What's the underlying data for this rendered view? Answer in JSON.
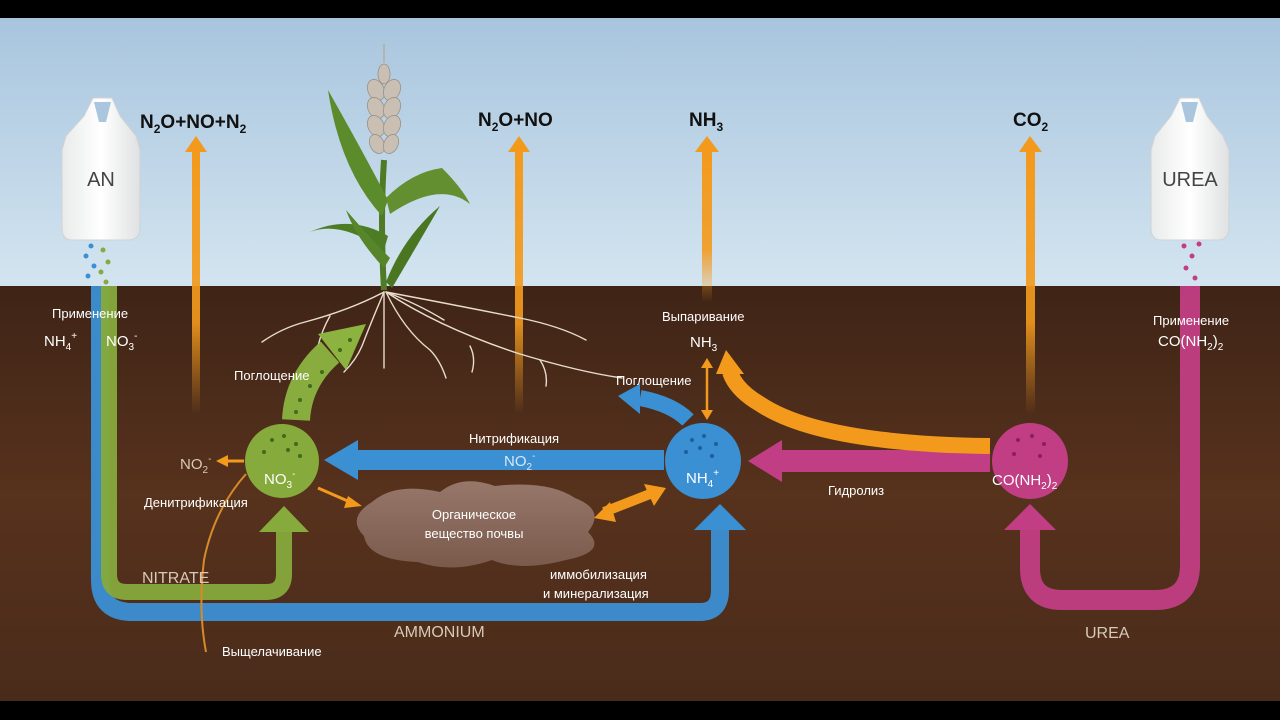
{
  "gases": {
    "n2o_no_n2": "N2O+NO+N2",
    "n2o_no": "N2O+NO",
    "nh3": "NH3",
    "co2": "CO2"
  },
  "bags": {
    "an": "AN",
    "urea": "UREA"
  },
  "labels": {
    "application": "Применение",
    "application_right": "Применение",
    "nh4_left": "NH4+",
    "no3_left": "NO3-",
    "urea_formula": "CO(NH2)2",
    "uptake_left": "Поглощение",
    "uptake_right": "Поглощение",
    "volatilization": "Выпаривание",
    "volatilization_formula": "NH3",
    "nitrification": "Нитрификация",
    "nitrification_no2": "NO2-",
    "no2_small": "NO2-",
    "denitrification": "Денитрификация",
    "hydrolysis": "Гидролиз",
    "organic_line1": "Органическое",
    "organic_line2": "вещество почвы",
    "immob_line1": "иммобилизация",
    "immob_line2": "и минерализация",
    "leaching": "Выщелачивание",
    "nitrate": "NITRATE",
    "ammonium": "AMMONIUM",
    "urea_pipe": "UREA"
  },
  "nodes": {
    "no3": "NO3-",
    "nh4": "NH4+",
    "urea": "CO(NH2)2"
  },
  "colors": {
    "sky_top": "#a9c6df",
    "sky_bottom": "#d3e4ef",
    "soil": "#4e2d1b",
    "nitrate_green": "#86aa3c",
    "ammonium_blue": "#3b8fd3",
    "urea_pink": "#c23e84",
    "gas_orange": "#f39a1d",
    "organic_matter": "#8a6a58"
  }
}
